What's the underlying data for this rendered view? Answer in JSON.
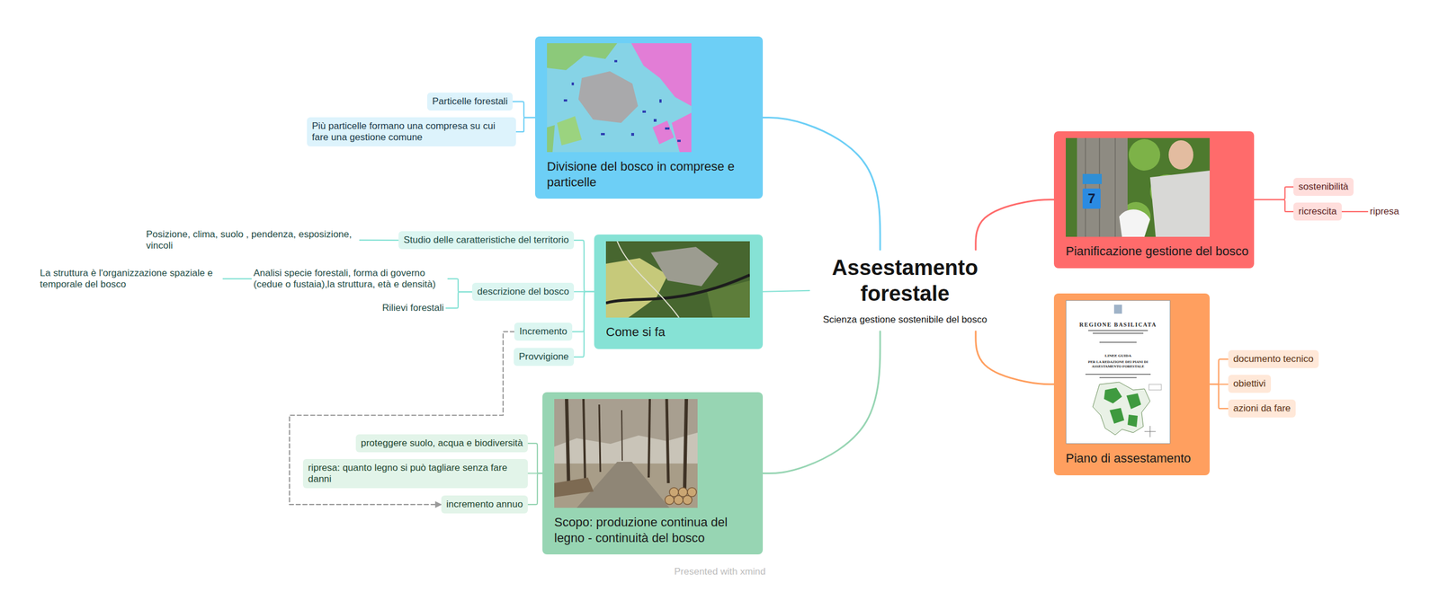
{
  "diagram": {
    "nodes": [
      {
        "text": [
          "Assestamento forestale",
          "Scienza gestione sostenibile del bosco"
        ]
      },
      {
        "text": [
          "Divisione del bosco in comprese e particelle"
        ]
      },
      {
        "text": [
          "Particelle forestali"
        ]
      },
      {
        "text": [
          "Più particelle formano una compresa su cui fare una gestione comune"
        ]
      },
      {
        "text": [
          "Come si fa"
        ]
      },
      {
        "text": [
          "Studio delle caratteristiche del territorio"
        ]
      },
      {
        "text": [
          "Posizione, clima, suolo , pendenza, esposizione, vincoli"
        ]
      },
      {
        "text": [
          "descrizione del bosco"
        ]
      },
      {
        "text": [
          "Analisi specie forestali, forma di governo (cedue o fustaia),la struttura, età e densità)"
        ]
      },
      {
        "text": [
          "La struttura è l'organizzazione spaziale e temporale del bosco"
        ]
      },
      {
        "text": [
          "Rilievi forestali"
        ]
      },
      {
        "text": [
          "Incremento"
        ]
      },
      {
        "text": [
          "Provvigione"
        ]
      },
      {
        "text": [
          "Scopo: produzione continua del legno - continuità del bosco"
        ]
      },
      {
        "text": [
          "proteggere suolo, acqua e biodiversità"
        ]
      },
      {
        "text": [
          "ripresa: quanto legno si può tagliare senza fare danni"
        ]
      },
      {
        "text": [
          "incremento annuo"
        ]
      },
      {
        "text": [
          "Pianificazione gestione del bosco"
        ]
      },
      {
        "text": [
          "sostenibilità"
        ]
      },
      {
        "text": [
          "ricrescita"
        ]
      },
      {
        "text": [
          "ripresa"
        ]
      },
      {
        "text": [
          "Piano di assestamento"
        ]
      },
      {
        "text": [
          "documento tecnico"
        ]
      },
      {
        "text": [
          "obiettivi"
        ]
      },
      {
        "text": [
          "azioni da fare"
        ]
      }
    ],
    "edges": [
      {
        "from": 0,
        "to": 1,
        "arrow": "none"
      },
      {
        "from": 0,
        "to": 4,
        "arrow": "none"
      },
      {
        "from": 0,
        "to": 13,
        "arrow": "none"
      },
      {
        "from": 0,
        "to": 17,
        "arrow": "none"
      },
      {
        "from": 0,
        "to": 21,
        "arrow": "none"
      },
      {
        "from": 1,
        "to": 2,
        "arrow": "none"
      },
      {
        "from": 1,
        "to": 3,
        "arrow": "none"
      },
      {
        "from": 4,
        "to": 5,
        "arrow": "none"
      },
      {
        "from": 5,
        "to": 6,
        "arrow": "none"
      },
      {
        "from": 4,
        "to": 7,
        "arrow": "none"
      },
      {
        "from": 7,
        "to": 8,
        "arrow": "none"
      },
      {
        "from": 8,
        "to": 9,
        "arrow": "none"
      },
      {
        "from": 7,
        "to": 10,
        "arrow": "none"
      },
      {
        "from": 4,
        "to": 11,
        "arrow": "none"
      },
      {
        "from": 4,
        "to": 12,
        "arrow": "none"
      },
      {
        "from": 13,
        "to": 14,
        "arrow": "none"
      },
      {
        "from": 13,
        "to": 15,
        "arrow": "none"
      },
      {
        "from": 13,
        "to": 16,
        "arrow": "none"
      },
      {
        "from": 17,
        "to": 18,
        "arrow": "none"
      },
      {
        "from": 17,
        "to": 19,
        "arrow": "none"
      },
      {
        "from": 19,
        "to": 20,
        "arrow": "none"
      },
      {
        "from": 21,
        "to": 22,
        "arrow": "none"
      },
      {
        "from": 21,
        "to": 23,
        "arrow": "none"
      },
      {
        "from": 21,
        "to": 24,
        "arrow": "none"
      },
      {
        "from": 11,
        "to": 16,
        "arrow": "to"
      }
    ],
    "labels": [
      "Presented with xmind",
      "7",
      "REGIONE BASILICATA",
      "LINEE GUIDA",
      "PER LA REDAZIONE DEI PIANI DI ASSESTAMENTO FORESTALE"
    ]
  }
}
